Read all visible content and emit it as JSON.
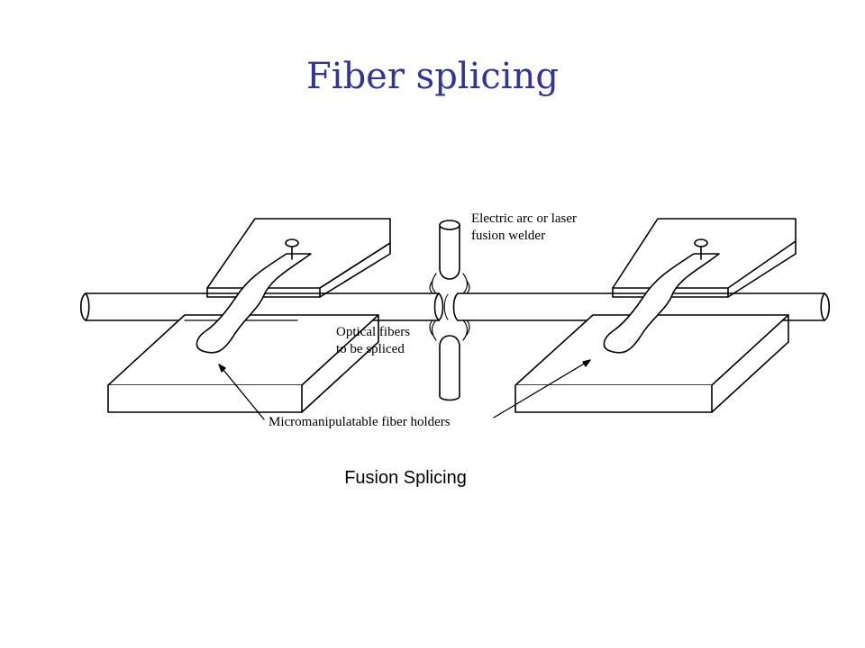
{
  "title": "Fiber splicing",
  "caption": "Fusion Splicing",
  "labels": {
    "welder_line1": "Electric arc or laser",
    "welder_line2": "fusion welder",
    "fibers_line1": "Optical fibers",
    "fibers_line2": "to be spliced",
    "holders": "Micromanipulatable fiber holders"
  },
  "colors": {
    "title": "#3333a0",
    "ink": "#000000"
  }
}
